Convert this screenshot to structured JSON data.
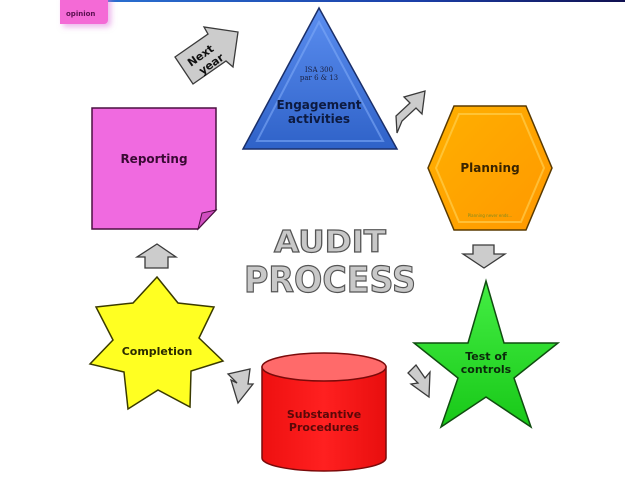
{
  "header": {
    "corner_card_label": "opinion"
  },
  "diagram": {
    "title_line1": "AUDIT",
    "title_line2": "PROCESS",
    "nodes": [
      {
        "id": "engagement",
        "label": "Engagement activities",
        "label_line1": "Engagement",
        "label_line2": "activities",
        "note_line1": "ISA 300",
        "note_line2": "par 6 & 13",
        "shape": "triangle",
        "color": "#3f74d6"
      },
      {
        "id": "planning",
        "label": "Planning",
        "note": "Planning never ends...",
        "shape": "hexagon",
        "color": "#ffa000"
      },
      {
        "id": "test-of-controls",
        "label_line1": "Test of",
        "label_line2": "controls",
        "shape": "five-point-star",
        "color": "#22dd22"
      },
      {
        "id": "substantive",
        "label_line1": "Substantive",
        "label_line2": "Procedures",
        "shape": "cylinder",
        "color": "#ff1a1a"
      },
      {
        "id": "completion",
        "label": "Completion",
        "shape": "seven-point-star",
        "color": "#ffff1a"
      },
      {
        "id": "reporting",
        "label": "Reporting",
        "shape": "folded-note",
        "color": "#f06ae0"
      }
    ],
    "next_year_arrow": {
      "line1": "Next",
      "line2": "year"
    },
    "arrow_color": "#cccccc"
  }
}
